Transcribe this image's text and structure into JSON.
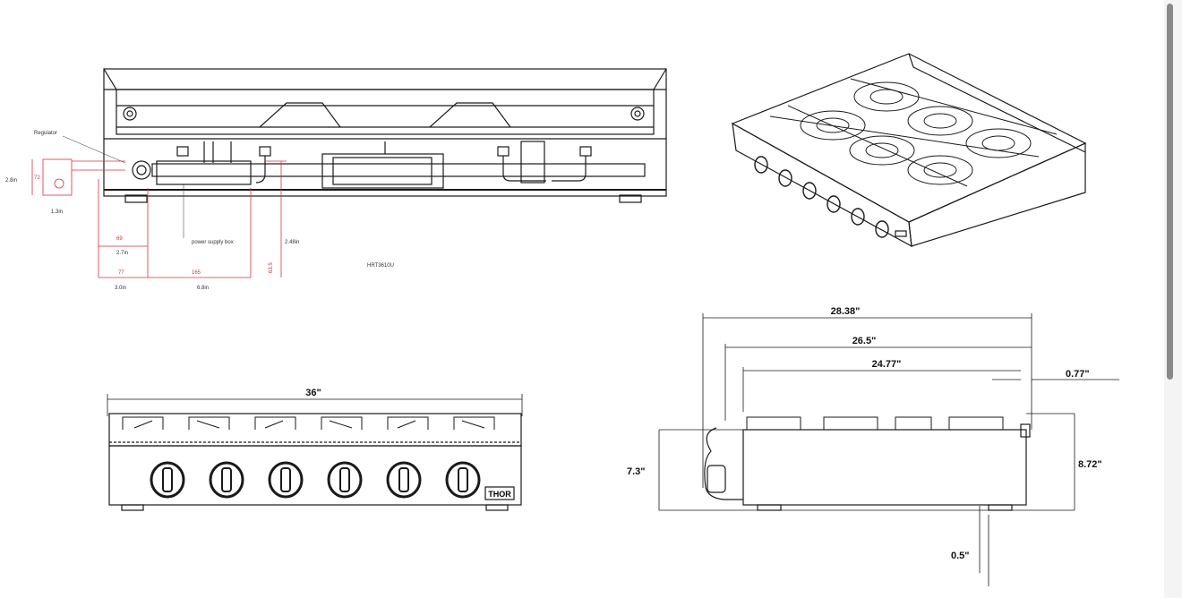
{
  "top_view": {
    "regulator_label": "Regulator",
    "power_supply_label": "power supply box",
    "model_label": "HRT3610U",
    "dims": {
      "d_2_8in": "2.8in",
      "d_1_3in": "1.3in",
      "d_2_7in": "2.7in",
      "d_3_0in": "3.0in",
      "d_6_8in": "6.8in",
      "d_2_48in": "2.48in",
      "d_69": "69",
      "d_77": "77",
      "d_165": "165",
      "d_63_5": "63.5",
      "d_72": "72"
    }
  },
  "front_view": {
    "width_label": "36\"",
    "brand": "THOR",
    "knob_count": 6
  },
  "side_view": {
    "overall_depth": "28.38\"",
    "body_depth": "26.5\"",
    "grate_depth": "24.77\"",
    "rear_offset": "0.77\"",
    "body_height": "7.3\"",
    "overall_height": "8.72\"",
    "leg_height": "0.5\""
  },
  "colors": {
    "line": "#1a1a1a",
    "dimension_red": "#d33"
  }
}
